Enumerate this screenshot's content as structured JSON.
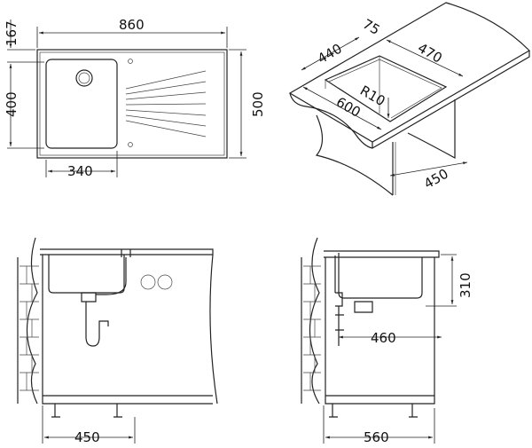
{
  "plan_view": {
    "width": "860",
    "depth": "500",
    "offset": "167",
    "bowl_depth": "400",
    "bowl_width": "340"
  },
  "iso_view": {
    "d75": "75",
    "d440": "440",
    "d470": "470",
    "radius": "R10",
    "d600": "600",
    "d450": "450"
  },
  "front_view": {
    "cabinet_width": "450"
  },
  "side_view": {
    "height": "310",
    "depth_460": "460",
    "cabinet_width": "560"
  },
  "colors": {
    "line": "#222222",
    "background": "#ffffff"
  }
}
